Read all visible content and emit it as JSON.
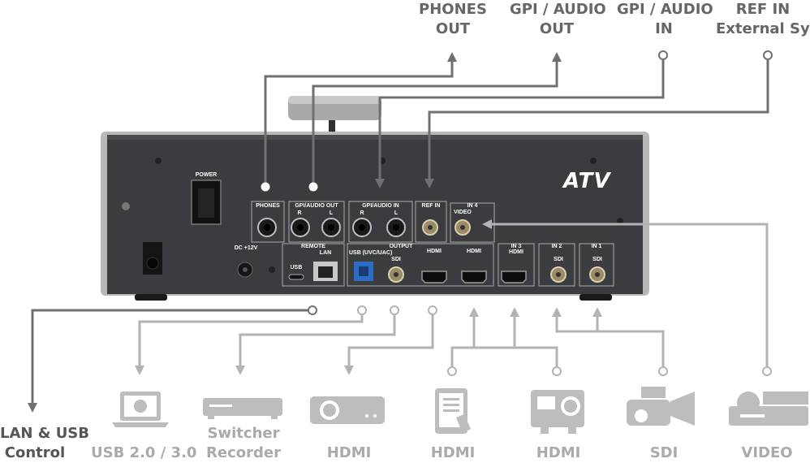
{
  "top_labels": {
    "phones": "PHONES\nOUT",
    "gpi_audio_out": "GPI / AUDIO\nOUT",
    "gpi_audio_in": "GPI / AUDIO\nIN",
    "ref_in": "REF IN\nExternal Sync"
  },
  "bottom_labels": {
    "lan_usb": "LAN & USB\nControl",
    "usb": "USB 2.0 / 3.0",
    "switcher": "Switcher\nRecorder",
    "hdmi_out": "HDMI",
    "hdmi_in_tablet": "HDMI",
    "hdmi_in_camera": "HDMI",
    "sdi": "SDI",
    "video": "VIDEO"
  },
  "device": {
    "logo": "ATV",
    "power": "POWER",
    "phones": "PHONES",
    "gpi_audio_out": "GPI/AUDIO OUT",
    "gpi_audio_in": "GPI/AUDIO IN",
    "ref_in": "REF IN",
    "in4": "IN 4",
    "in4_video": "VIDEO",
    "r": "R",
    "l": "L",
    "dc": "DC +12V",
    "remote": "REMOTE",
    "lan": "LAN",
    "usb": "USB",
    "output": "OUTPUT",
    "usb_output": "USB (UVC/UAC)",
    "sdi": "SDI",
    "hdmi": "HDMI",
    "in3": "IN 3",
    "in3_hdmi": "HDMI",
    "in2": "IN 2",
    "in1": "IN 1"
  },
  "colors": {
    "dark_line": "#707070",
    "light_line": "#b3b3b3",
    "panel": "#3b3c3f",
    "icon": "#bdbdbd"
  }
}
